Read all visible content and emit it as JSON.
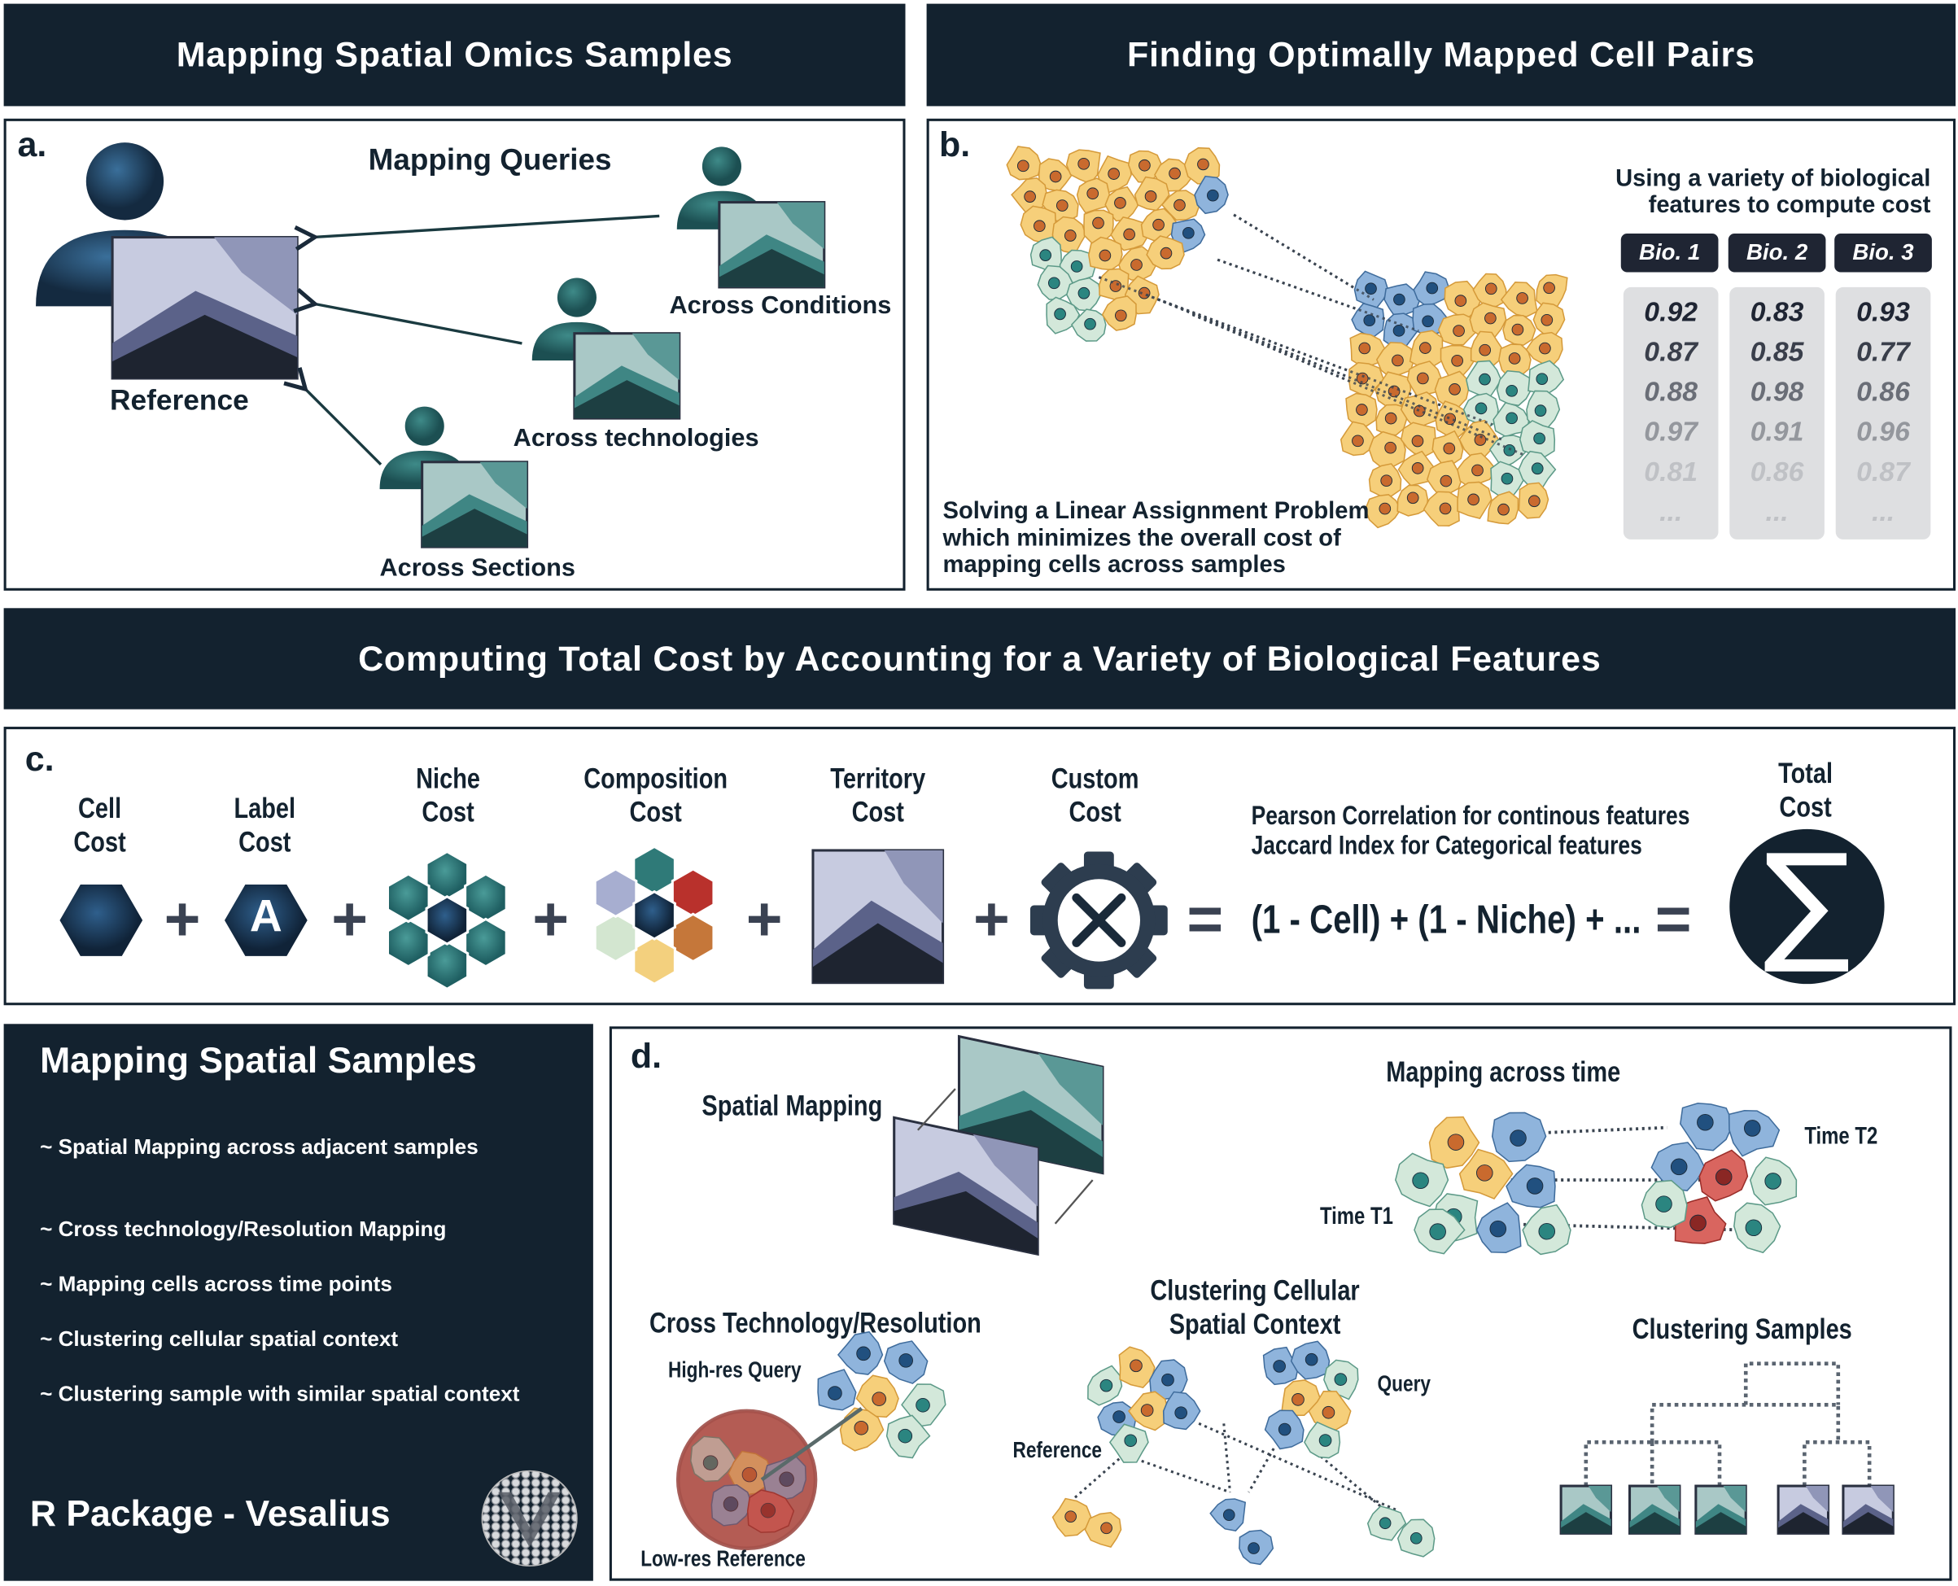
{
  "headers": {
    "a": "Mapping Spatial Omics Samples",
    "b": "Finding Optimally Mapped Cell Pairs",
    "c": "Computing Total Cost by Accounting for a Variety of Biological Features"
  },
  "panel_a": {
    "letter": "a.",
    "title": "Mapping Queries",
    "reference": "Reference",
    "queries": [
      "Across Conditions",
      "Across technologies",
      "Across Sections"
    ]
  },
  "panel_b": {
    "letter": "b.",
    "features_title_1": "Using a variety of biological",
    "features_title_2": "features to compute cost",
    "columns": [
      {
        "label": "Bio. 1",
        "values": [
          "0.92",
          "0.87",
          "0.88",
          "0.97",
          "0.81",
          "..."
        ]
      },
      {
        "label": "Bio. 2",
        "values": [
          "0.83",
          "0.85",
          "0.98",
          "0.91",
          "0.86",
          "..."
        ]
      },
      {
        "label": "Bio. 3",
        "values": [
          "0.93",
          "0.77",
          "0.86",
          "0.96",
          "0.87",
          "..."
        ]
      }
    ],
    "lap_text": [
      "Solving a Linear Assignment Problem",
      "which minimizes the overall cost of",
      "mapping cells across samples"
    ]
  },
  "panel_c": {
    "letter": "c.",
    "costs": [
      {
        "l1": "Cell",
        "l2": "Cost"
      },
      {
        "l1": "Label",
        "l2": "Cost"
      },
      {
        "l1": "Niche",
        "l2": "Cost"
      },
      {
        "l1": "Composition",
        "l2": "Cost"
      },
      {
        "l1": "Territory",
        "l2": "Cost"
      },
      {
        "l1": "Custom",
        "l2": "Cost"
      }
    ],
    "label_glyph": "A",
    "pearson": "Pearson Correlation for continous features",
    "jaccard": "Jaccard Index for Categorical features",
    "formula": "(1 - Cell) + (1 - Niche) + ...",
    "total_l1": "Total",
    "total_l2": "Cost",
    "sigma": "∑",
    "plus": "+",
    "equals": "="
  },
  "left_panel": {
    "title": "Mapping Spatial Samples",
    "bullets": [
      "~ Spatial Mapping across adjacent samples",
      "~ Cross technology/Resolution Mapping",
      "~ Mapping cells across time points",
      "~ Clustering cellular spatial context",
      "~ Clustering sample with similar spatial context"
    ],
    "package": "R Package - Vesalius"
  },
  "panel_d": {
    "letter": "d.",
    "spatial_mapping": "Spatial Mapping",
    "mapping_time": "Mapping across time",
    "time_t1": "Time T1",
    "time_t2": "Time T2",
    "cross_tech": "Cross Technology/Resolution",
    "high_res": "High-res Query",
    "low_res": "Low-res Reference",
    "clustering_ctx_1": "Clustering Cellular",
    "clustering_ctx_2": "Spatial Context",
    "query": "Query",
    "reference": "Reference",
    "clustering_samples": "Clustering Samples"
  },
  "colors": {
    "dark": "#13222f",
    "yellow_cell": "#f6cf7a",
    "blue_cell": "#8fb4dc",
    "green_cell": "#d3e8da",
    "red_cell": "#d9655f",
    "teal": "#2e7072"
  }
}
